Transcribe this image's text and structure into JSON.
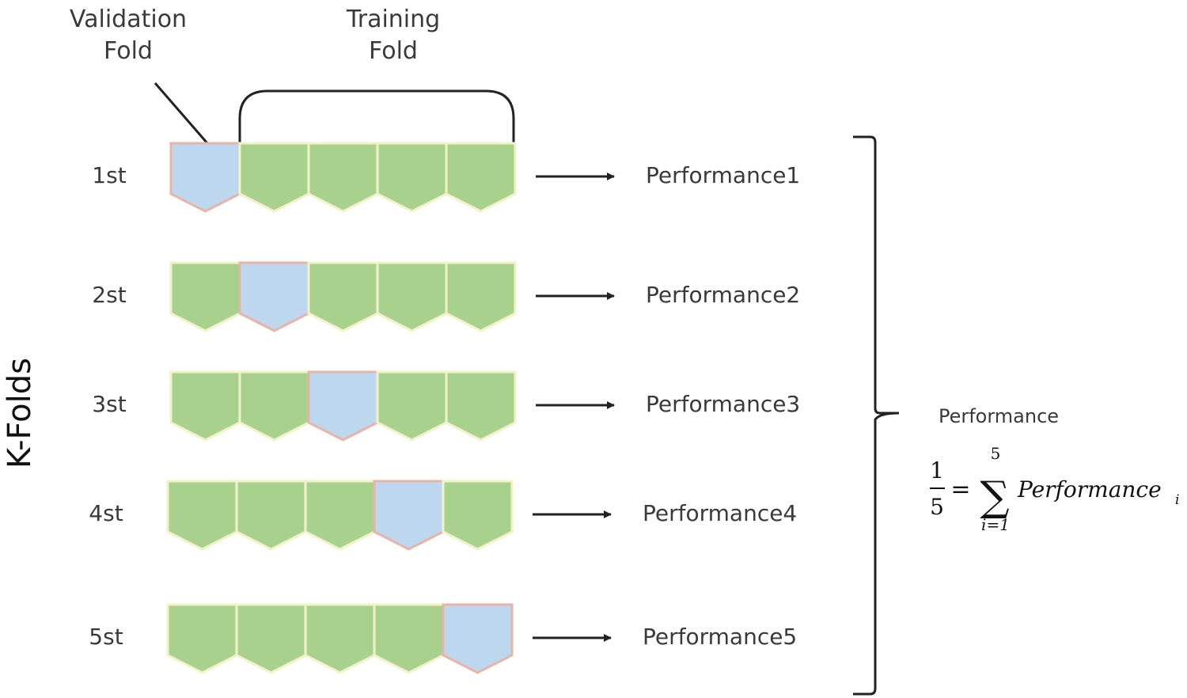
{
  "labels": {
    "validation_line1": "Validation",
    "validation_line2": "Fold",
    "training_line1": "Training",
    "training_line2": "Fold",
    "kfolds": "K-Folds"
  },
  "rows": [
    {
      "label": "1st",
      "performance": "Performance1",
      "validation_index": 0
    },
    {
      "label": "2st",
      "performance": "Performance2",
      "validation_index": 1
    },
    {
      "label": "3st",
      "performance": "Performance3",
      "validation_index": 2
    },
    {
      "label": "4st",
      "performance": "Performance4",
      "validation_index": 3
    },
    {
      "label": "5st",
      "performance": "Performance5",
      "validation_index": 4
    }
  ],
  "summary": {
    "title": "Performance",
    "frac_num": "1",
    "frac_den": "5",
    "equals": "=",
    "sigma": "∑",
    "upper": "5",
    "lower": "i=1",
    "term": "Performance",
    "subscript": "i"
  },
  "colors": {
    "training": "#a9d18e",
    "validation": "#bdd7ee",
    "training_border": "#f2f2c8",
    "validation_border": "#e8b4a8",
    "line": "#222222"
  }
}
